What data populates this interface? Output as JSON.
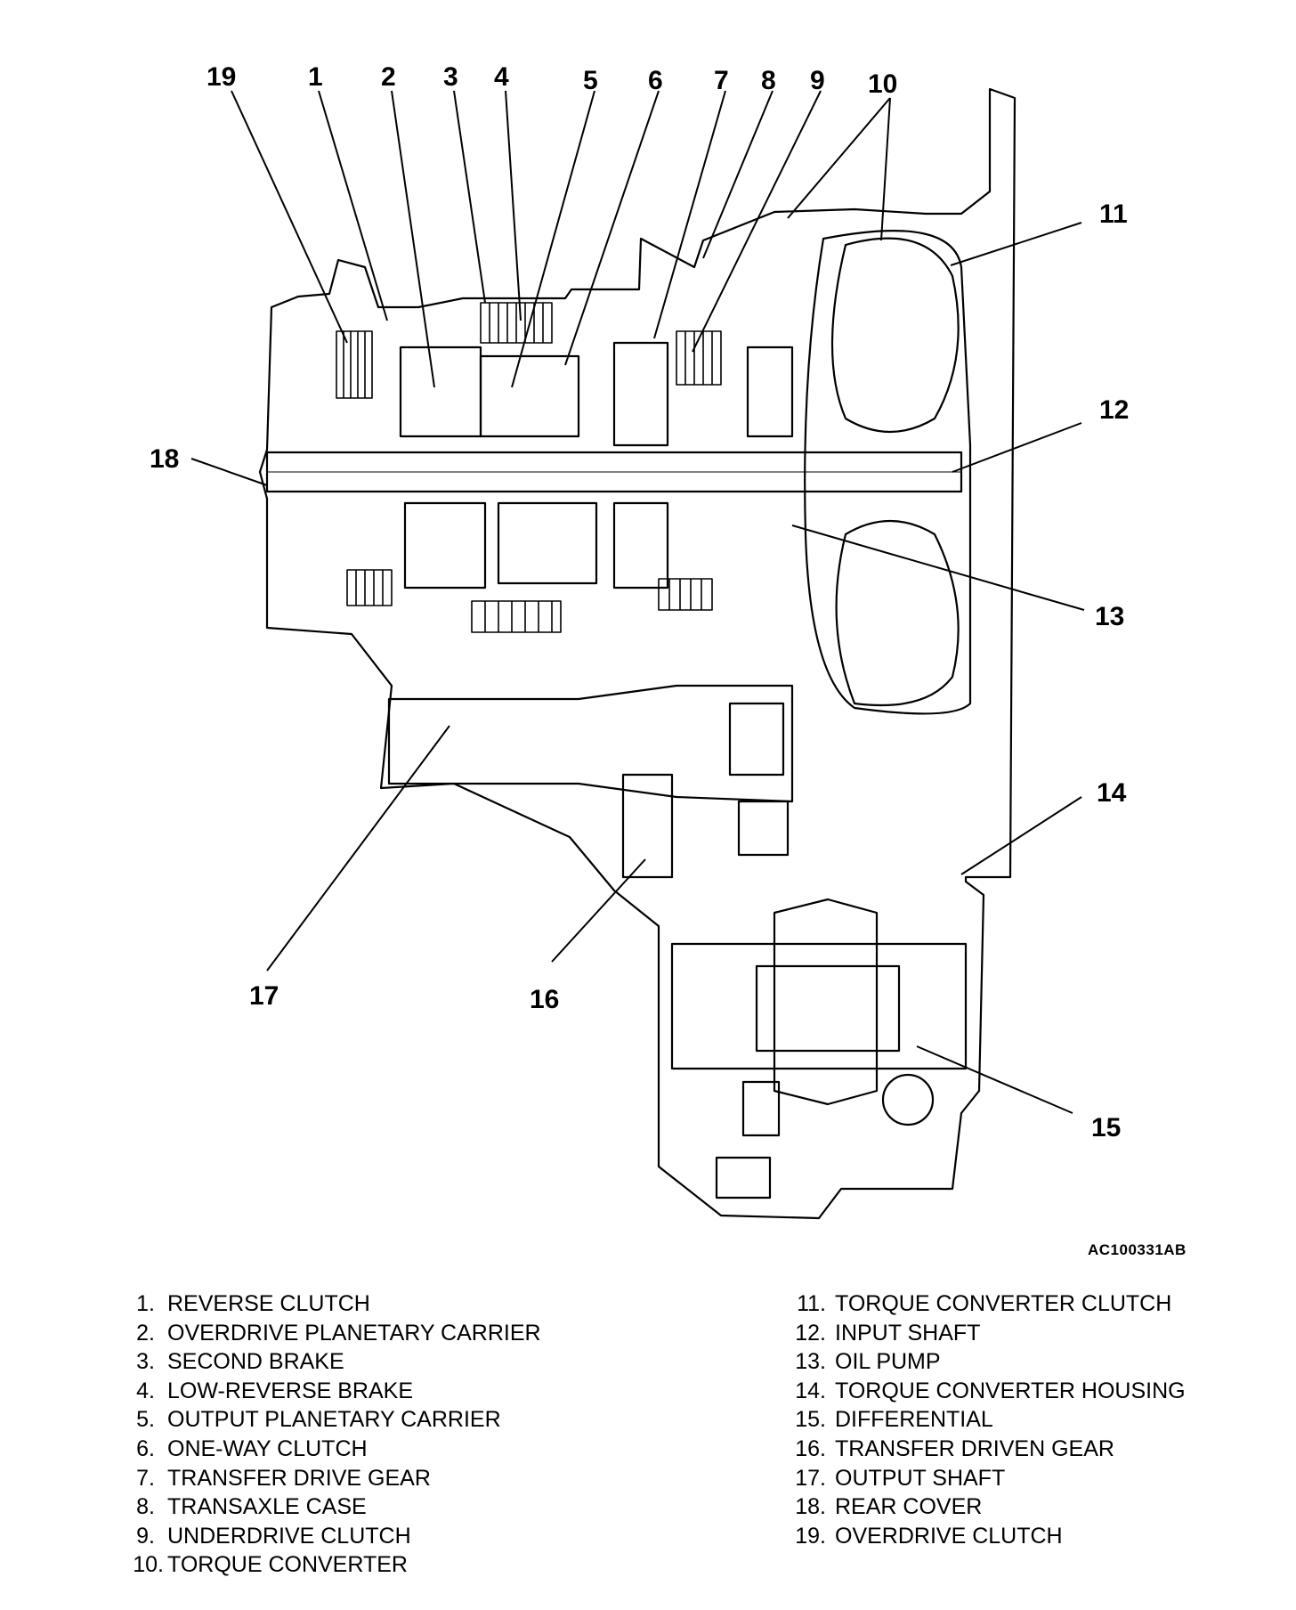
{
  "figure_id": "AC100331AB",
  "legend": [
    {
      "num": "1.",
      "label": "REVERSE CLUTCH"
    },
    {
      "num": "2.",
      "label": "OVERDRIVE PLANETARY CARRIER"
    },
    {
      "num": "3.",
      "label": "SECOND BRAKE"
    },
    {
      "num": "4.",
      "label": "LOW-REVERSE BRAKE"
    },
    {
      "num": "5.",
      "label": "OUTPUT PLANETARY CARRIER"
    },
    {
      "num": "6.",
      "label": "ONE-WAY CLUTCH"
    },
    {
      "num": "7.",
      "label": "TRANSFER DRIVE GEAR"
    },
    {
      "num": "8.",
      "label": "TRANSAXLE CASE"
    },
    {
      "num": "9.",
      "label": "UNDERDRIVE CLUTCH"
    },
    {
      "num": "10.",
      "label": "TORQUE CONVERTER"
    },
    {
      "num": "11.",
      "label": "TORQUE CONVERTER CLUTCH"
    },
    {
      "num": "12.",
      "label": "INPUT SHAFT"
    },
    {
      "num": "13.",
      "label": "OIL PUMP"
    },
    {
      "num": "14.",
      "label": "TORQUE CONVERTER HOUSING"
    },
    {
      "num": "15.",
      "label": "DIFFERENTIAL"
    },
    {
      "num": "16.",
      "label": "TRANSFER DRIVEN GEAR"
    },
    {
      "num": "17.",
      "label": "OUTPUT SHAFT"
    },
    {
      "num": "18.",
      "label": "REAR COVER"
    },
    {
      "num": "19.",
      "label": "OVERDRIVE CLUTCH"
    }
  ],
  "callouts": [
    "19",
    "1",
    "2",
    "3",
    "4",
    "5",
    "6",
    "7",
    "8",
    "9",
    "10",
    "11",
    "12",
    "13",
    "14",
    "15",
    "16",
    "17",
    "18"
  ]
}
